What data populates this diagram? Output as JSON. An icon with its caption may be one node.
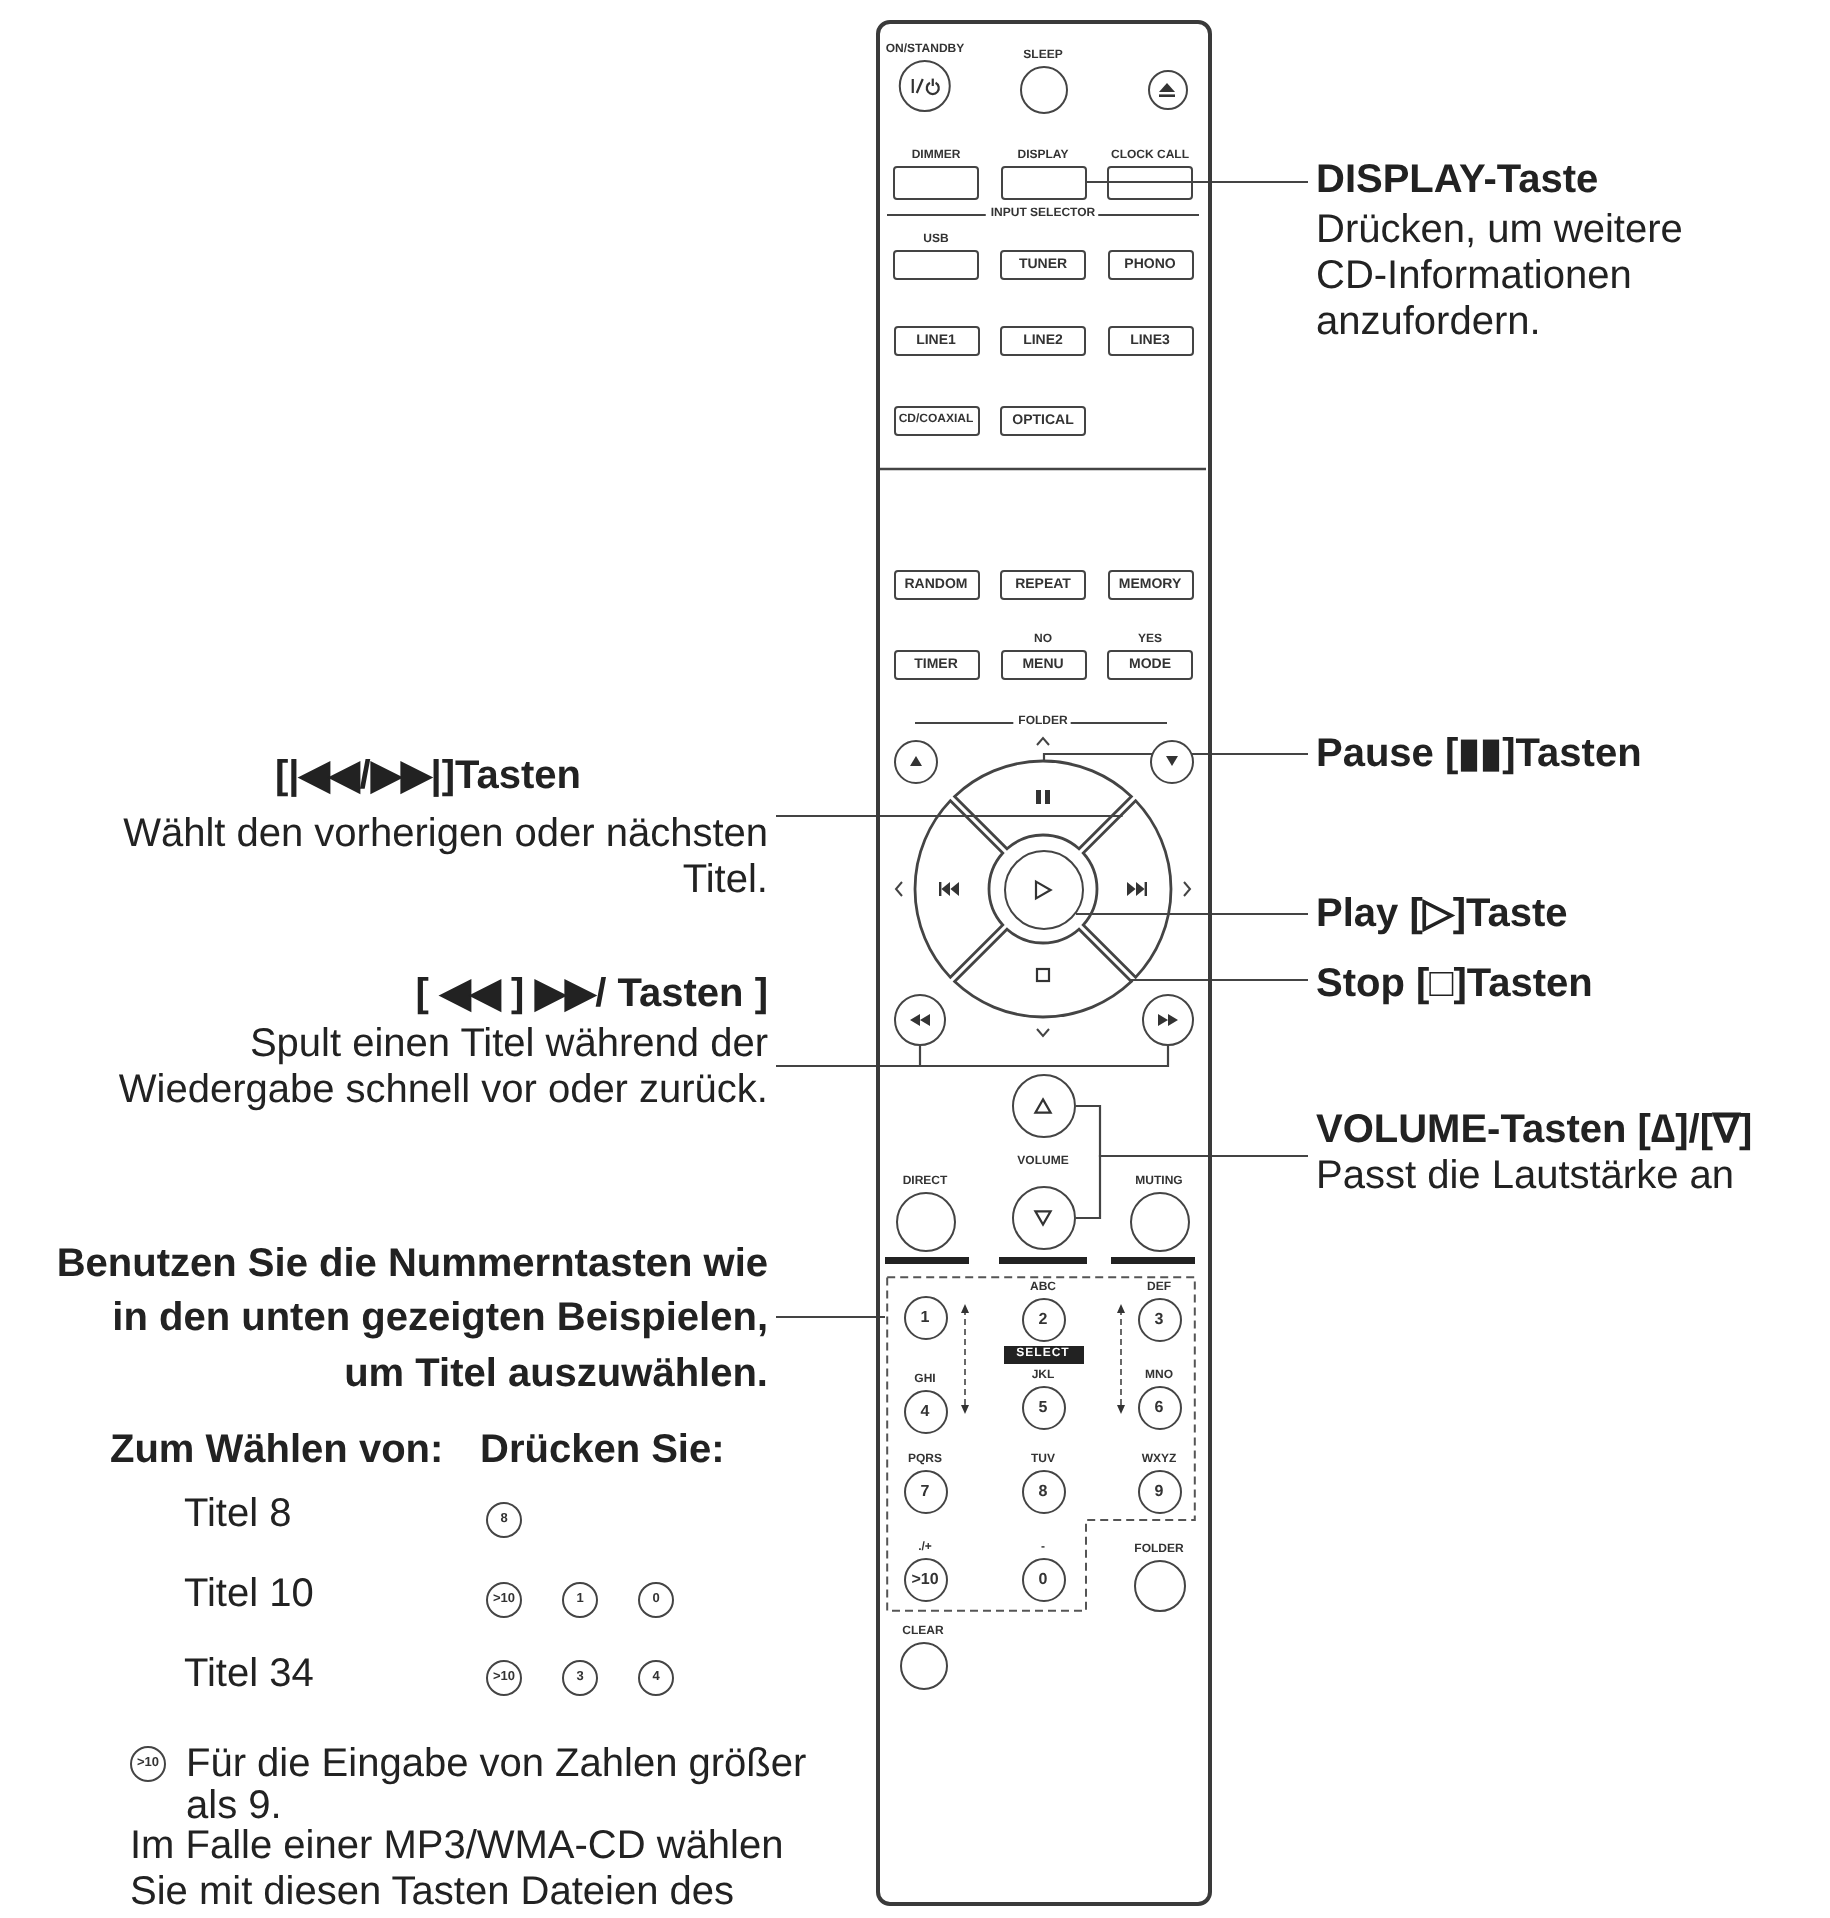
{
  "diagram": {
    "nodes": [
      {
        "text": [],
        "shape": "box"
      },
      {
        "text": [
          "ON/STANDBY"
        ],
        "in": 0
      },
      {
        "text": [
          "SLEEP"
        ],
        "in": 0
      },
      {
        "text": [],
        "shape": "circle",
        "in": 0
      },
      {
        "text": [
          "DIMMER"
        ],
        "in": 0
      },
      {
        "text": [
          "DISPLAY"
        ],
        "in": 0
      },
      {
        "text": [
          "CLOCK CALL"
        ],
        "in": 0
      },
      {
        "text": [
          "USB"
        ],
        "in": 0
      },
      {
        "text": [
          "TUNER"
        ],
        "in": 0
      },
      {
        "text": [
          "PHONO"
        ],
        "in": 0
      },
      {
        "text": [
          "LINE1"
        ],
        "in": 0
      },
      {
        "text": [
          "LINE2"
        ],
        "in": 0
      },
      {
        "text": [
          "LINE3"
        ],
        "in": 0
      },
      {
        "text": [
          "CD/COAXIAL"
        ],
        "in": 0
      },
      {
        "text": [
          "OPTICAL"
        ],
        "in": 0
      },
      {
        "text": [
          "RANDOM"
        ],
        "in": 0
      },
      {
        "text": [
          "REPEAT"
        ],
        "in": 0
      },
      {
        "text": [
          "MEMORY"
        ],
        "in": 0
      },
      {
        "text": [
          "TIMER"
        ],
        "in": 0
      },
      {
        "text": [
          "NO",
          "MENU"
        ],
        "in": 0
      },
      {
        "text": [
          "YES",
          "MODE"
        ],
        "in": 0
      },
      {
        "text": [],
        "shape": "circle",
        "in": 0
      },
      {
        "text": [],
        "shape": "circle",
        "in": 0
      },
      {
        "text": [],
        "shape": "segment",
        "in": 0
      },
      {
        "text": [],
        "shape": "segment",
        "in": 0
      },
      {
        "text": [],
        "shape": "circle",
        "in": 0
      },
      {
        "text": [],
        "shape": "segment",
        "in": 0
      },
      {
        "text": [],
        "shape": "segment",
        "in": 0
      },
      {
        "text": [],
        "shape": "circle",
        "in": 0
      },
      {
        "text": [],
        "shape": "circle",
        "in": 0
      },
      {
        "text": [],
        "shape": "circle",
        "in": 0
      },
      {
        "text": [
          "DIRECT"
        ],
        "in": 0
      },
      {
        "text": [],
        "shape": "circle",
        "in": 0
      },
      {
        "text": [
          "MUTING"
        ],
        "in": 0
      },
      {
        "text": [],
        "shape": "box",
        "in": 0
      },
      {
        "text": [
          "1"
        ],
        "in": 34
      },
      {
        "text": [
          "ABC",
          "2"
        ],
        "in": 34
      },
      {
        "text": [
          "DEF",
          "3"
        ],
        "in": 34
      },
      {
        "text": [
          "SELECT"
        ],
        "in": 34
      },
      {
        "text": [
          "GHI",
          "4"
        ],
        "in": 34
      },
      {
        "text": [
          "JKL",
          "5"
        ],
        "in": 34
      },
      {
        "text": [
          "MNO",
          "6"
        ],
        "in": 34
      },
      {
        "text": [
          "PQRS",
          "7"
        ],
        "in": 34
      },
      {
        "text": [
          "TUV",
          "8"
        ],
        "in": 34
      },
      {
        "text": [
          "WXYZ",
          "9"
        ],
        "in": 34
      },
      {
        "text": [
          "./+",
          ">10"
        ],
        "in": 34
      },
      {
        "text": [
          "-",
          "0"
        ],
        "in": 34
      },
      {
        "text": [
          "FOLDER"
        ],
        "in": 0
      },
      {
        "text": [
          "CLEAR"
        ],
        "in": 0
      },
      {
        "text": [
          "DISPLAY-Taste",
          "Drücken, um weitere CD-Informationen anzufordern."
        ]
      },
      {
        "text": [
          "Pause [▮▮]Tasten"
        ]
      },
      {
        "text": [
          "[|◀◀/▶▶|]Tasten",
          "Wählt den vorherigen oder nächsten Titel."
        ]
      },
      {
        "text": [
          "Play [▷]Taste"
        ]
      },
      {
        "text": [
          "Stop [□]Tasten"
        ]
      },
      {
        "text": [
          "[ ◀◀ ] ▶▶/ Tasten ]",
          "Spult einen Titel während der Wiedergabe schnell vor oder zurück."
        ]
      },
      {
        "text": [
          "VOLUME-Tasten [∆]/[∇]",
          "Passt die Lautstärke an"
        ]
      },
      {
        "text": [
          "Benutzen Sie die Nummerntasten wie in den unten gezeigten Beispielen, um Titel auszuwählen."
        ]
      },
      {
        "text": [
          "8"
        ]
      },
      {
        "text": [
          ">10"
        ]
      },
      {
        "text": [
          "1"
        ]
      },
      {
        "text": [
          "0"
        ]
      },
      {
        "text": [
          ">10"
        ]
      },
      {
        "text": [
          "3"
        ]
      },
      {
        "text": [
          "4"
        ]
      },
      {
        "text": [
          ">10"
        ]
      }
    ],
    "edges": [
      {
        "from": 49,
        "to": 5,
        "arrow": "none"
      },
      {
        "from": 50,
        "to": 23,
        "arrow": "none"
      },
      {
        "from": 51,
        "to": 24,
        "arrow": "none"
      },
      {
        "from": 51,
        "to": 26,
        "arrow": "none"
      },
      {
        "from": 52,
        "to": 25,
        "arrow": "none"
      },
      {
        "from": 53,
        "to": 27,
        "arrow": "none"
      },
      {
        "from": 54,
        "to": 28,
        "arrow": "none"
      },
      {
        "from": 54,
        "to": 29,
        "arrow": "none"
      },
      {
        "from": 55,
        "to": 30,
        "arrow": "none"
      },
      {
        "from": 55,
        "to": 32,
        "arrow": "none"
      },
      {
        "from": 56,
        "to": 34,
        "arrow": "none"
      }
    ],
    "labels": [
      "INPUT SELECTOR",
      "FOLDER",
      "VOLUME",
      "Zum Wählen von:",
      "Drücken Sie:",
      "Titel 8",
      "Titel 10",
      "Titel 34",
      "Für die Eingabe von Zahlen größer als 9.",
      "Im Falle einer MP3/WMA-CD wählen Sie mit diesen Tasten Dateien des"
    ]
  }
}
